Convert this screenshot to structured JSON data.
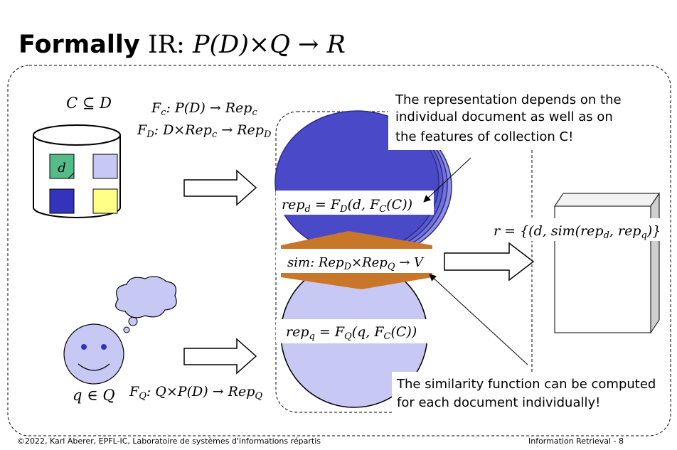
{
  "title": {
    "bold": "Formally",
    "rest_prefix": "IR: ",
    "formula": "P(D)×Q → R"
  },
  "collection": {
    "label": "C ⊆ D",
    "doc_label": "d",
    "doc_colors": [
      "#55bb88",
      "#c8c8f5",
      "#3333bb",
      "#ffff88"
    ]
  },
  "formulas": {
    "fc": "F_c: P(D) → Rep_c",
    "fd": "F_D: D×Rep_c → Rep_D",
    "fq": "F_Q: Q×P(D) → Rep_Q",
    "rep_d": "rep_d = F_D(d, F_C(C))",
    "sim": "sim: Rep_D×Rep_Q → V",
    "rep_q": "rep_q = F_Q(q, F_C(C))",
    "result": "r = {(d, sim(rep_d, rep_q)}"
  },
  "query": {
    "label": "q ∈ Q"
  },
  "notes": {
    "representation": [
      "The representation depends on the",
      "individual document as well as on",
      "the features of collection C!"
    ],
    "similarity": [
      "The similarity function can be computed",
      "for each document individually!"
    ]
  },
  "colors": {
    "doc_blue": "#4a4ac8",
    "doc_blue_dark": "#2a2a8a",
    "query_lavender": "#c8c8f5",
    "sim_orange": "#c8772a"
  },
  "footer": {
    "left": "©2022, Karl Aberer, EPFL-IC, Laboratoire de systèmes d'informations répartis",
    "right": "Information Retrieval - 8"
  }
}
